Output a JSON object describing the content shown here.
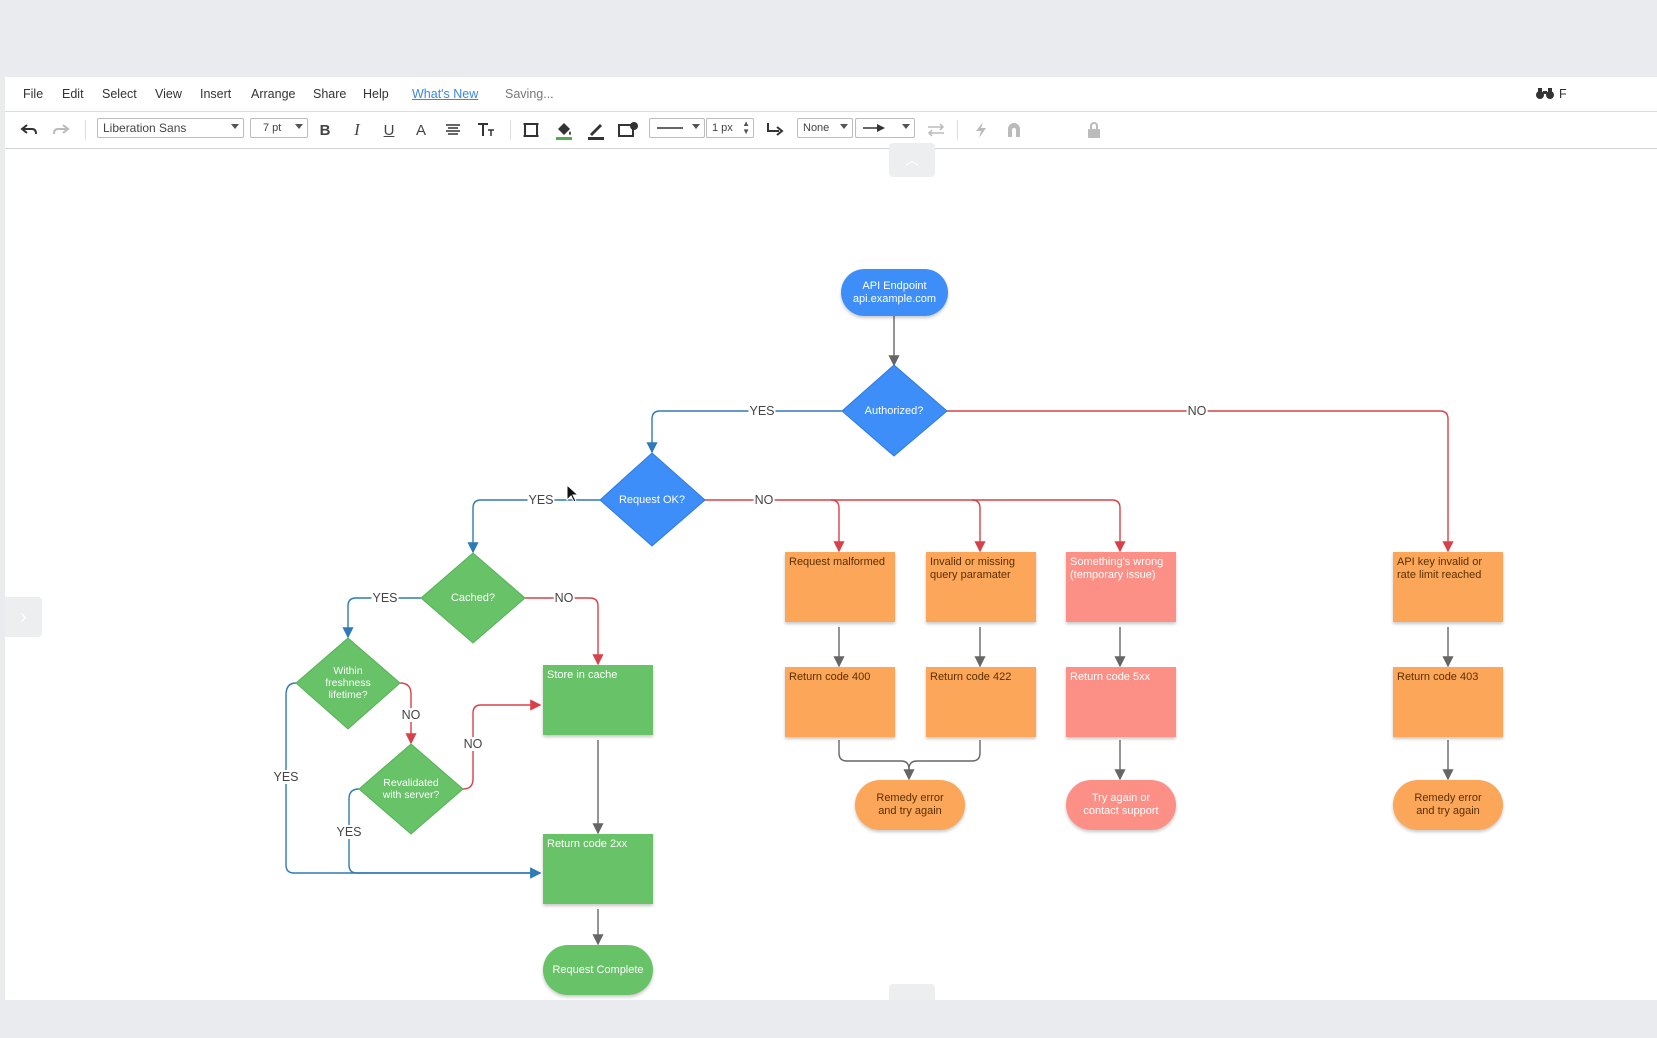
{
  "menu": {
    "items": [
      "File",
      "Edit",
      "Select",
      "View",
      "Insert",
      "Arrange",
      "Share",
      "Help"
    ],
    "whats_new": "What's New",
    "status": "Saving...",
    "right_initial": "F"
  },
  "toolbar": {
    "font_family": "Liberation Sans",
    "font_size": "7 pt",
    "line_width": "1 px",
    "endpoint": "None",
    "icons": [
      "undo-icon",
      "redo-icon",
      "bold-icon",
      "italic-icon",
      "underline-icon",
      "text-color-icon",
      "align-icon",
      "text-size-icon",
      "shape-border-icon",
      "fill-color-icon",
      "line-color-icon",
      "shape-style-icon",
      "line-style-icon",
      "connector-icon",
      "arrow-style-icon",
      "swap-icon",
      "lightning-icon",
      "magnet-icon",
      "lock-icon"
    ],
    "bold": "B",
    "italic": "I",
    "underline": "U",
    "text_color": "A"
  },
  "flowchart": {
    "nodes": {
      "api": "API Endpoint api.example.com",
      "authorized": "Authorized?",
      "request_ok": "Request OK?",
      "cached": "Cached?",
      "within_fresh": "Within freshness lifetime?",
      "revalidated": "Revalidated with server?",
      "store_cache": "Store in cache",
      "return_2xx": "Return code 2xx",
      "request_complete": "Request Complete",
      "malformed": "Request malformed",
      "invalid_query": "Invalid or missing query paramater",
      "something_wrong": "Something's wrong (temporary issue)",
      "api_key_invalid": "API key invalid or rate limit reached",
      "code_400": "Return code 400",
      "code_422": "Return code 422",
      "code_5xx": "Return code 5xx",
      "code_403": "Return code 403",
      "remedy_1": "Remedy error and try again",
      "try_again": "Try again or contact support",
      "remedy_2": "Remedy error and try again"
    },
    "edge_labels": {
      "yes": "YES",
      "no": "NO"
    },
    "colors": {
      "blue": "#3d8ef8",
      "green": "#67c268",
      "orange": "#fca65a",
      "salmon": "#fc8f86",
      "yes_line": "#2f7ab8",
      "no_line": "#d9414a",
      "neutral_line": "#666666"
    }
  }
}
